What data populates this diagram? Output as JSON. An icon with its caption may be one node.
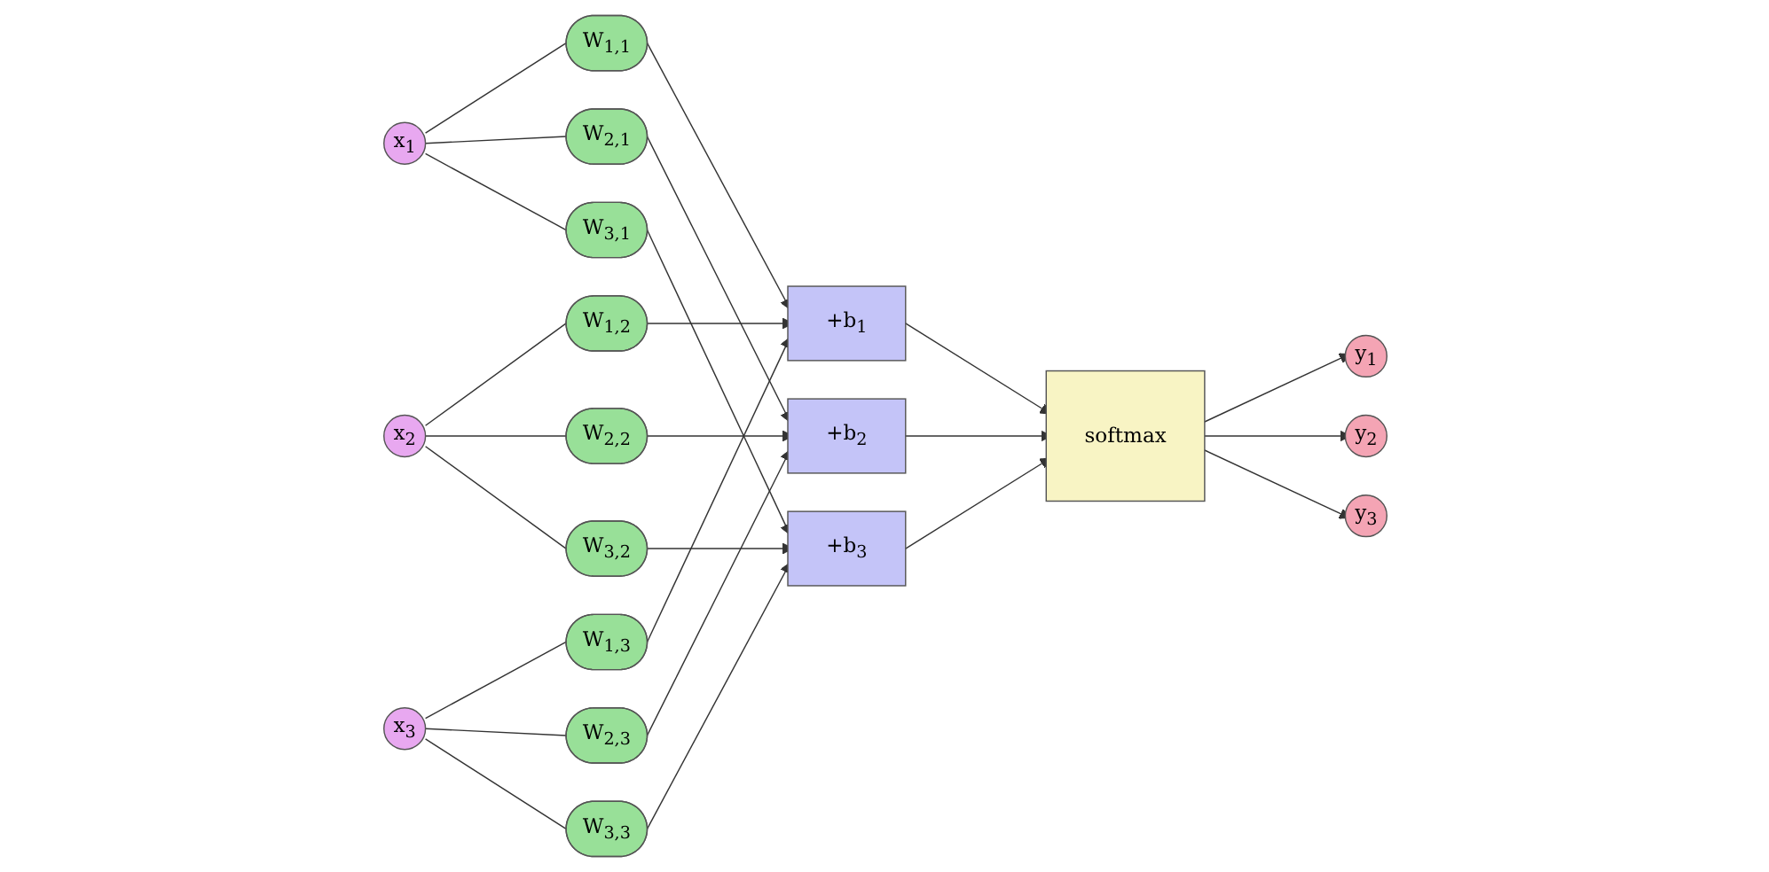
{
  "diagram": {
    "nodes": [
      {
        "text": [
          "x$_{1}$"
        ]
      },
      {
        "text": [
          "x$_{2}$"
        ]
      },
      {
        "text": [
          "x$_{3}$"
        ]
      },
      {
        "text": [
          "W$_{1,1}$"
        ]
      },
      {
        "text": [
          "W$_{2,1}$"
        ]
      },
      {
        "text": [
          "W$_{1,2}$"
        ]
      },
      {
        "text": [
          "W$_{1,3}$"
        ]
      },
      {
        "text": [
          "W$_{2,2}$"
        ]
      },
      {
        "text": [
          "W$_{3,2}$"
        ]
      },
      {
        "text": [
          "W$_{3,1}$"
        ]
      },
      {
        "text": [
          "W$_{2,3}$"
        ]
      },
      {
        "text": [
          "W$_{3,3}$"
        ]
      },
      {
        "text": [
          "+b$_{1}$"
        ]
      },
      {
        "text": [
          "+b$_{2}$"
        ]
      },
      {
        "text": [
          "+b$_{3}$"
        ]
      },
      {
        "text": [
          "softmax"
        ]
      },
      {
        "text": [
          "y$_{1}$"
        ]
      },
      {
        "text": [
          "y$_{2}$"
        ]
      },
      {
        "text": [
          "y$_{3}$"
        ]
      }
    ],
    "edges": [
      {
        "from": 0,
        "to": 3,
        "arrow": "none"
      },
      {
        "from": 3,
        "to": 12,
        "arrow": "to"
      },
      {
        "from": 0,
        "to": 4,
        "arrow": "none"
      },
      {
        "from": 4,
        "to": 13,
        "arrow": "to"
      },
      {
        "from": 1,
        "to": 5,
        "arrow": "none"
      },
      {
        "from": 5,
        "to": 12,
        "arrow": "to"
      },
      {
        "from": 2,
        "to": 6,
        "arrow": "none"
      },
      {
        "from": 6,
        "to": 12,
        "arrow": "to"
      },
      {
        "from": 1,
        "to": 7,
        "arrow": "none"
      },
      {
        "from": 7,
        "to": 13,
        "arrow": "to"
      },
      {
        "from": 1,
        "to": 8,
        "arrow": "none"
      },
      {
        "from": 8,
        "to": 14,
        "arrow": "to"
      },
      {
        "from": 0,
        "to": 9,
        "arrow": "none"
      },
      {
        "from": 9,
        "to": 14,
        "arrow": "to"
      },
      {
        "from": 2,
        "to": 10,
        "arrow": "none"
      },
      {
        "from": 10,
        "to": 13,
        "arrow": "to"
      },
      {
        "from": 2,
        "to": 11,
        "arrow": "none"
      },
      {
        "from": 11,
        "to": 14,
        "arrow": "to"
      },
      {
        "from": 12,
        "to": 15,
        "arrow": "to"
      },
      {
        "from": 13,
        "to": 15,
        "arrow": "to"
      },
      {
        "from": 14,
        "to": 15,
        "arrow": "to"
      },
      {
        "from": 15,
        "to": 16,
        "arrow": "to"
      },
      {
        "from": 15,
        "to": 17,
        "arrow": "to"
      },
      {
        "from": 15,
        "to": 18,
        "arrow": "to"
      }
    ]
  }
}
